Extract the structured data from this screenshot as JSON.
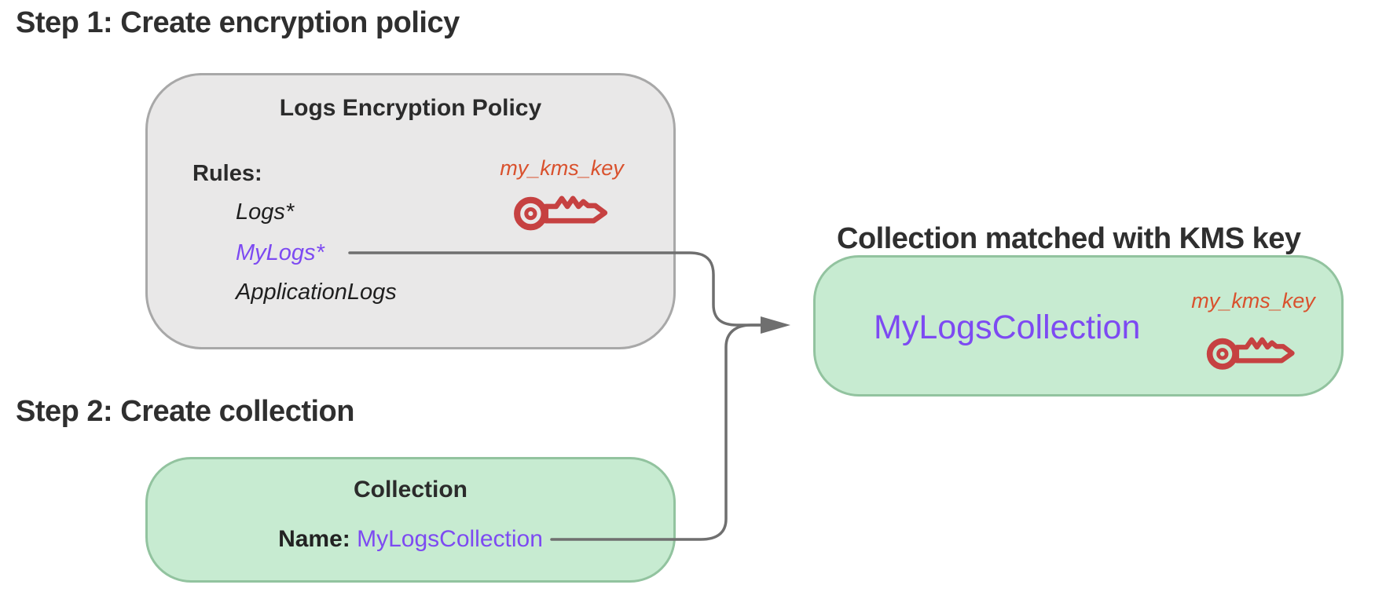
{
  "step1": {
    "heading": "Step 1: Create encryption policy"
  },
  "policy_box": {
    "title": "Logs Encryption Policy",
    "rules_label": "Rules:",
    "rules": [
      "Logs*",
      "MyLogs*",
      "ApplicationLogs"
    ],
    "matched_rule": "MyLogs*",
    "kms_key_label": "my_kms_key"
  },
  "step2": {
    "heading": "Step 2: Create collection"
  },
  "collection_box": {
    "title": "Collection",
    "name_label": "Name:",
    "name_value": "MyLogsCollection"
  },
  "result": {
    "heading": "Collection matched with KMS key",
    "collection_name": "MyLogsCollection",
    "kms_key_label": "my_kms_key"
  },
  "icons": {
    "kms_key": "key-outline-icon"
  },
  "colors": {
    "heading_text": "#2f2f2f",
    "policy_box_fill": "#e9e8e8",
    "policy_box_border": "#a8a8a8",
    "collection_box_fill": "#c7ebd1",
    "collection_box_border": "#92c39f",
    "match_purple": "#7d4af2",
    "kms_orange": "#d9512d",
    "key_red": "#c64141",
    "connector_gray": "#6f6f6f"
  }
}
